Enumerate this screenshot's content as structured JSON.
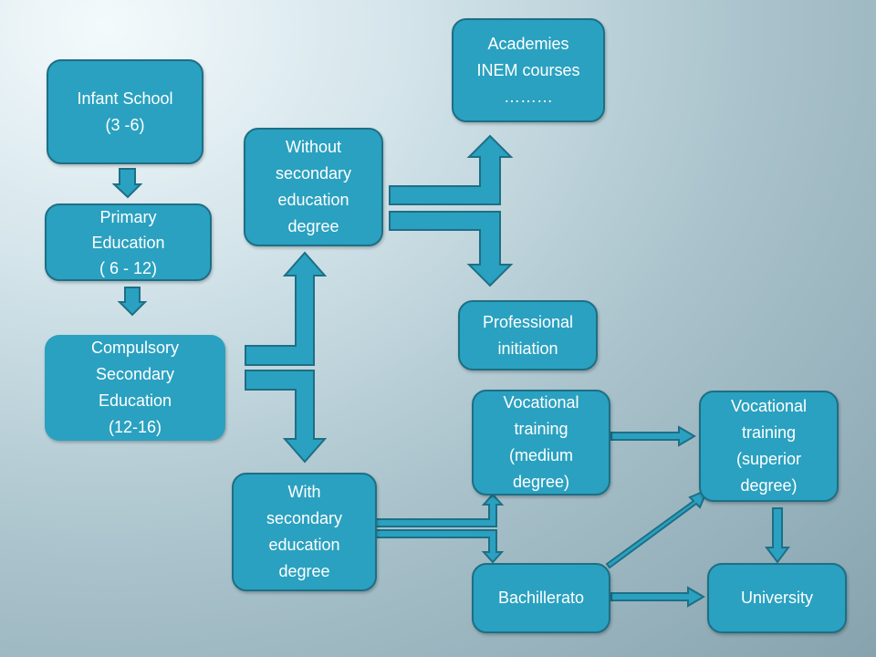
{
  "diagram": {
    "nodes": {
      "infant_school": "Infant School\n(3 -6)",
      "primary_education": "Primary\nEducation\n( 6 - 12)",
      "compulsory_secondary": "Compulsory\nSecondary\nEducation\n(12-16)",
      "without_secondary": "Without\nsecondary\neducation\ndegree",
      "with_secondary": "With\nsecondary\neducation\ndegree",
      "academies": "Academies\nINEM courses\n………",
      "professional_initiation": "Professional\ninitiation",
      "vocational_medium": "Vocational\ntraining\n(medium\ndegree)",
      "vocational_superior": "Vocational\ntraining\n(superior\ndegree)",
      "bachillerato": "Bachillerato",
      "university": "University"
    },
    "edges": [
      [
        "infant_school",
        "primary_education"
      ],
      [
        "primary_education",
        "compulsory_secondary"
      ],
      [
        "compulsory_secondary",
        "without_secondary"
      ],
      [
        "compulsory_secondary",
        "with_secondary"
      ],
      [
        "without_secondary",
        "academies"
      ],
      [
        "without_secondary",
        "professional_initiation"
      ],
      [
        "with_secondary",
        "vocational_medium"
      ],
      [
        "with_secondary",
        "bachillerato"
      ],
      [
        "vocational_medium",
        "vocational_superior"
      ],
      [
        "bachillerato",
        "vocational_superior"
      ],
      [
        "bachillerato",
        "university"
      ],
      [
        "vocational_superior",
        "university"
      ]
    ],
    "colors": {
      "box_fill": "#2aa1c0",
      "box_border": "#1d6f85",
      "arrow_fill": "#2aa1c0",
      "arrow_border": "#1d6f85"
    }
  }
}
